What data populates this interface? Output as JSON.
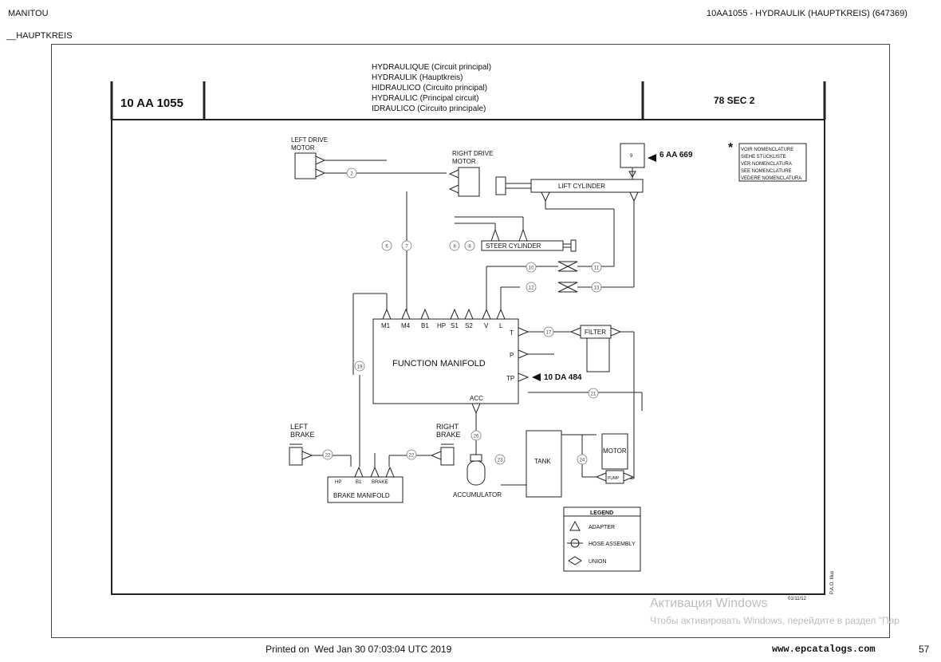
{
  "header": {
    "brand": "MANITOU",
    "section": "__HAUPTKREIS",
    "doc_title": "10AA1055 - HYDRAULIK (HAUPTKREIS) (647369)"
  },
  "title_block": {
    "code": "10 AA 1055",
    "sec": "78 SEC 2",
    "titles": [
      "HYDRAULIQUE (Circuit principal)",
      "HYDRAULIK (Hauptkreis)",
      "HIDRAULICO (Circuito principal)",
      "HYDRAULIC (Principal circuit)",
      "IDRAULICO (Circuito principale)"
    ]
  },
  "nomenclature_note": {
    "star": "*",
    "lines": [
      "VOIR NOMENCLATURE",
      "SIEHE STÜCKLISTE",
      "VER NOMENCLATURA",
      "SEE NOMENCLATURE",
      "VEDERE NOMENCLATURA"
    ]
  },
  "components": {
    "left_drive_motor": [
      "LEFT DRIVE",
      "MOTOR"
    ],
    "right_drive_motor": [
      "RIGHT DRIVE",
      "MOTOR"
    ],
    "lift_cylinder": "LIFT CYLINDER",
    "steer_cylinder": "STEER CYLINDER",
    "function_manifold": "FUNCTION MANIFOLD",
    "filter": "FILTER",
    "tank": "TANK",
    "motor": "MOTOR",
    "pump": "PUMP",
    "accumulator": "ACCUMULATOR",
    "brake_manifold": "BRAKE MANIFOLD",
    "left_brake": [
      "LEFT",
      "BRAKE"
    ],
    "right_brake": [
      "RIGHT",
      "BRAKE"
    ],
    "ref_6aa669": "6 AA 669",
    "ref_10da484": "10 DA 484",
    "box_9": "9"
  },
  "manifold_ports": {
    "top": [
      "M1",
      "M4",
      "B1",
      "HP",
      "S1",
      "S2",
      "V",
      "L"
    ],
    "right": [
      "T",
      "P",
      "TP"
    ],
    "bottom": "ACC"
  },
  "brake_ports": [
    "HP",
    "B1",
    "BRAKE"
  ],
  "hose_numbers": [
    "2",
    "6",
    "7",
    "8",
    "8",
    "10",
    "11",
    "12",
    "13",
    "17",
    "19",
    "21",
    "22",
    "22",
    "23",
    "24",
    "26"
  ],
  "legend": {
    "title": "LEGEND",
    "items": [
      "ADAPTER",
      "HOSE ASSEMBLY",
      "UNION"
    ]
  },
  "illus": {
    "date": "01/11/12",
    "credit": "P.A.O. Illus"
  },
  "footer": {
    "printed_label": "Printed on",
    "printed_date": "Wed Jan 30 07:03:04 UTC 2019",
    "url": "www.epcatalogs.com",
    "page": "57"
  },
  "watermark": {
    "line1": "Активация Windows",
    "line2": "Чтобы активировать Windows, перейдите в раздел \"Пар"
  }
}
